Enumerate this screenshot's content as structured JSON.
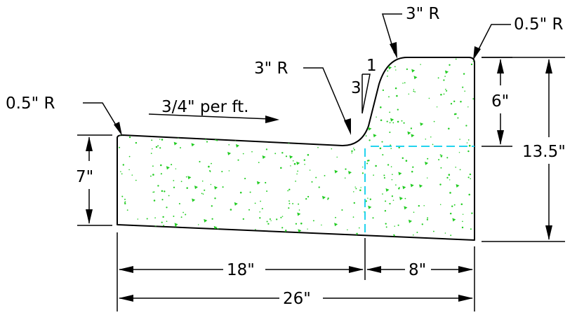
{
  "labels": {
    "left_fillet": "0.5\" R",
    "slope": "3/4\" per ft.",
    "flowline_radius": "3\" R",
    "batter_rise": "1",
    "batter_run": "3",
    "top_radius": "3\" R",
    "back_fillet": "0.5\" R",
    "front_height": "7\"",
    "curb_height": "6\"",
    "overall_height": "13.5\"",
    "gutter_width": "18\"",
    "curb_width": "8\"",
    "overall_width": "26\""
  },
  "colors": {
    "line": "#000000",
    "concrete_stipple": "#22cc22",
    "centerline": "#22d3ee"
  }
}
